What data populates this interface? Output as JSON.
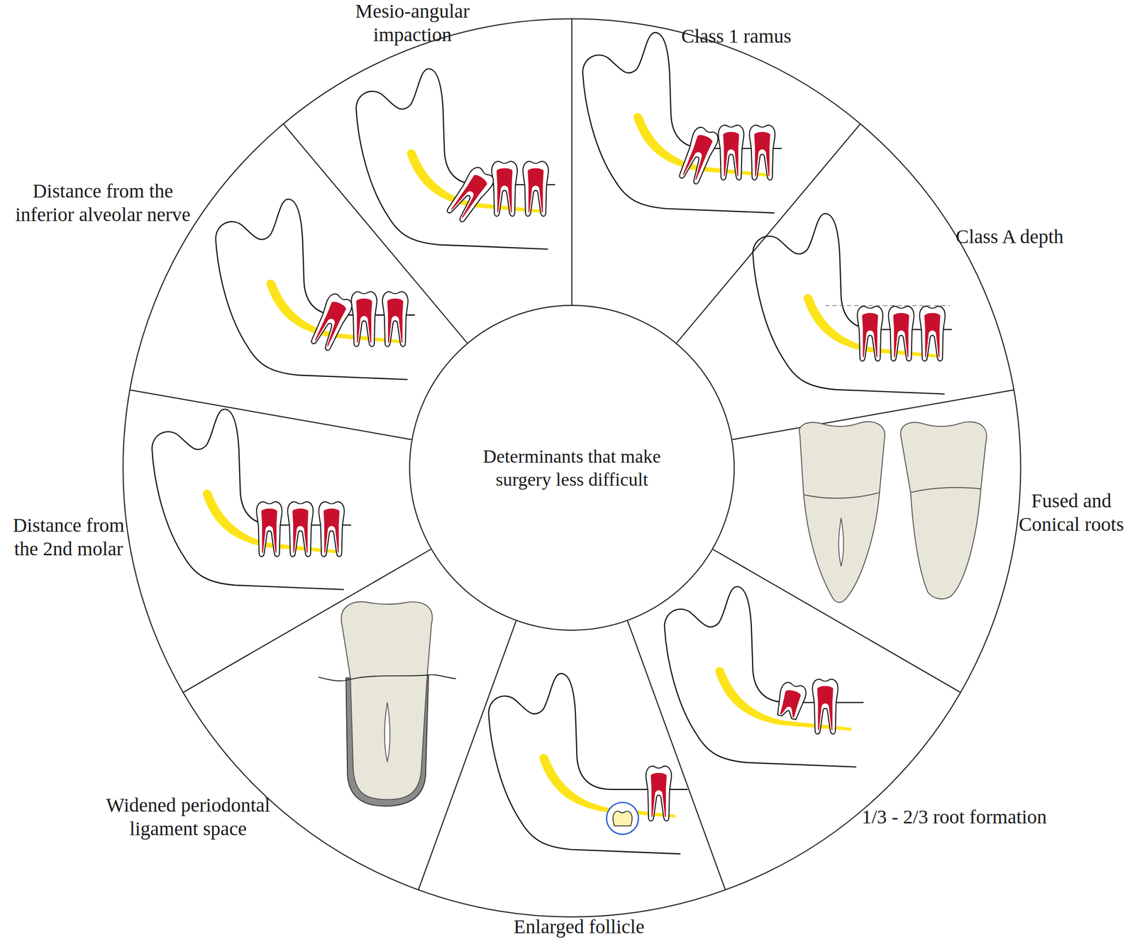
{
  "diagram": {
    "nodes": [
      {
        "text": [
          "Determinants that make surgery less difficult"
        ]
      }
    ],
    "labels": [
      "Mesio-angular impaction",
      "Class 1 ramus",
      "Class A depth",
      "Fused and Conical roots",
      "1/3 - 2/3 root formation",
      "Enlarged follicle",
      "Widened periodontal ligament space",
      "Distance from the 2nd molar",
      "Distance from the inferior alveolar nerve"
    ]
  }
}
